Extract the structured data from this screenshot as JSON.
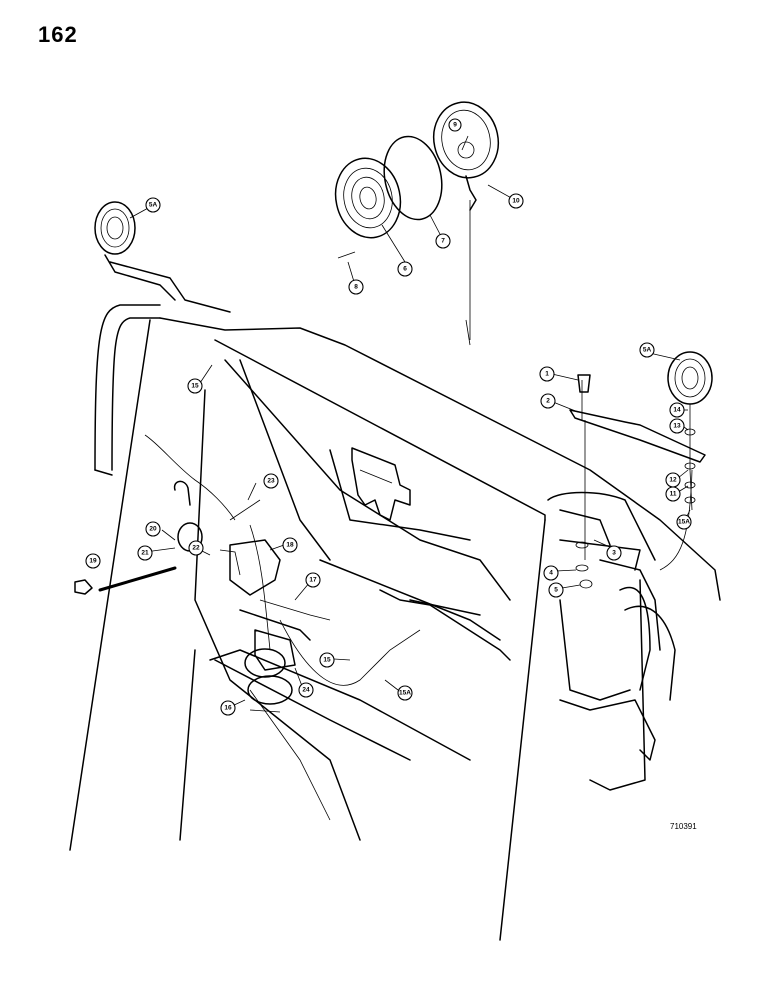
{
  "page": {
    "number": "162",
    "figure_code": "710391"
  },
  "callouts": [
    {
      "label": "1"
    },
    {
      "label": "2"
    },
    {
      "label": "3"
    },
    {
      "label": "4"
    },
    {
      "label": "5"
    },
    {
      "label": "5A"
    },
    {
      "label": "5A"
    },
    {
      "label": "6"
    },
    {
      "label": "7"
    },
    {
      "label": "8"
    },
    {
      "label": "9"
    },
    {
      "label": "10"
    },
    {
      "label": "11"
    },
    {
      "label": "12"
    },
    {
      "label": "13"
    },
    {
      "label": "14"
    },
    {
      "label": "15"
    },
    {
      "label": "15"
    },
    {
      "label": "15A"
    },
    {
      "label": "15A"
    },
    {
      "label": "16"
    },
    {
      "label": "17"
    },
    {
      "label": "18"
    },
    {
      "label": "19"
    },
    {
      "label": "20"
    },
    {
      "label": "21"
    },
    {
      "label": "22"
    },
    {
      "label": "23"
    },
    {
      "label": "24"
    }
  ]
}
